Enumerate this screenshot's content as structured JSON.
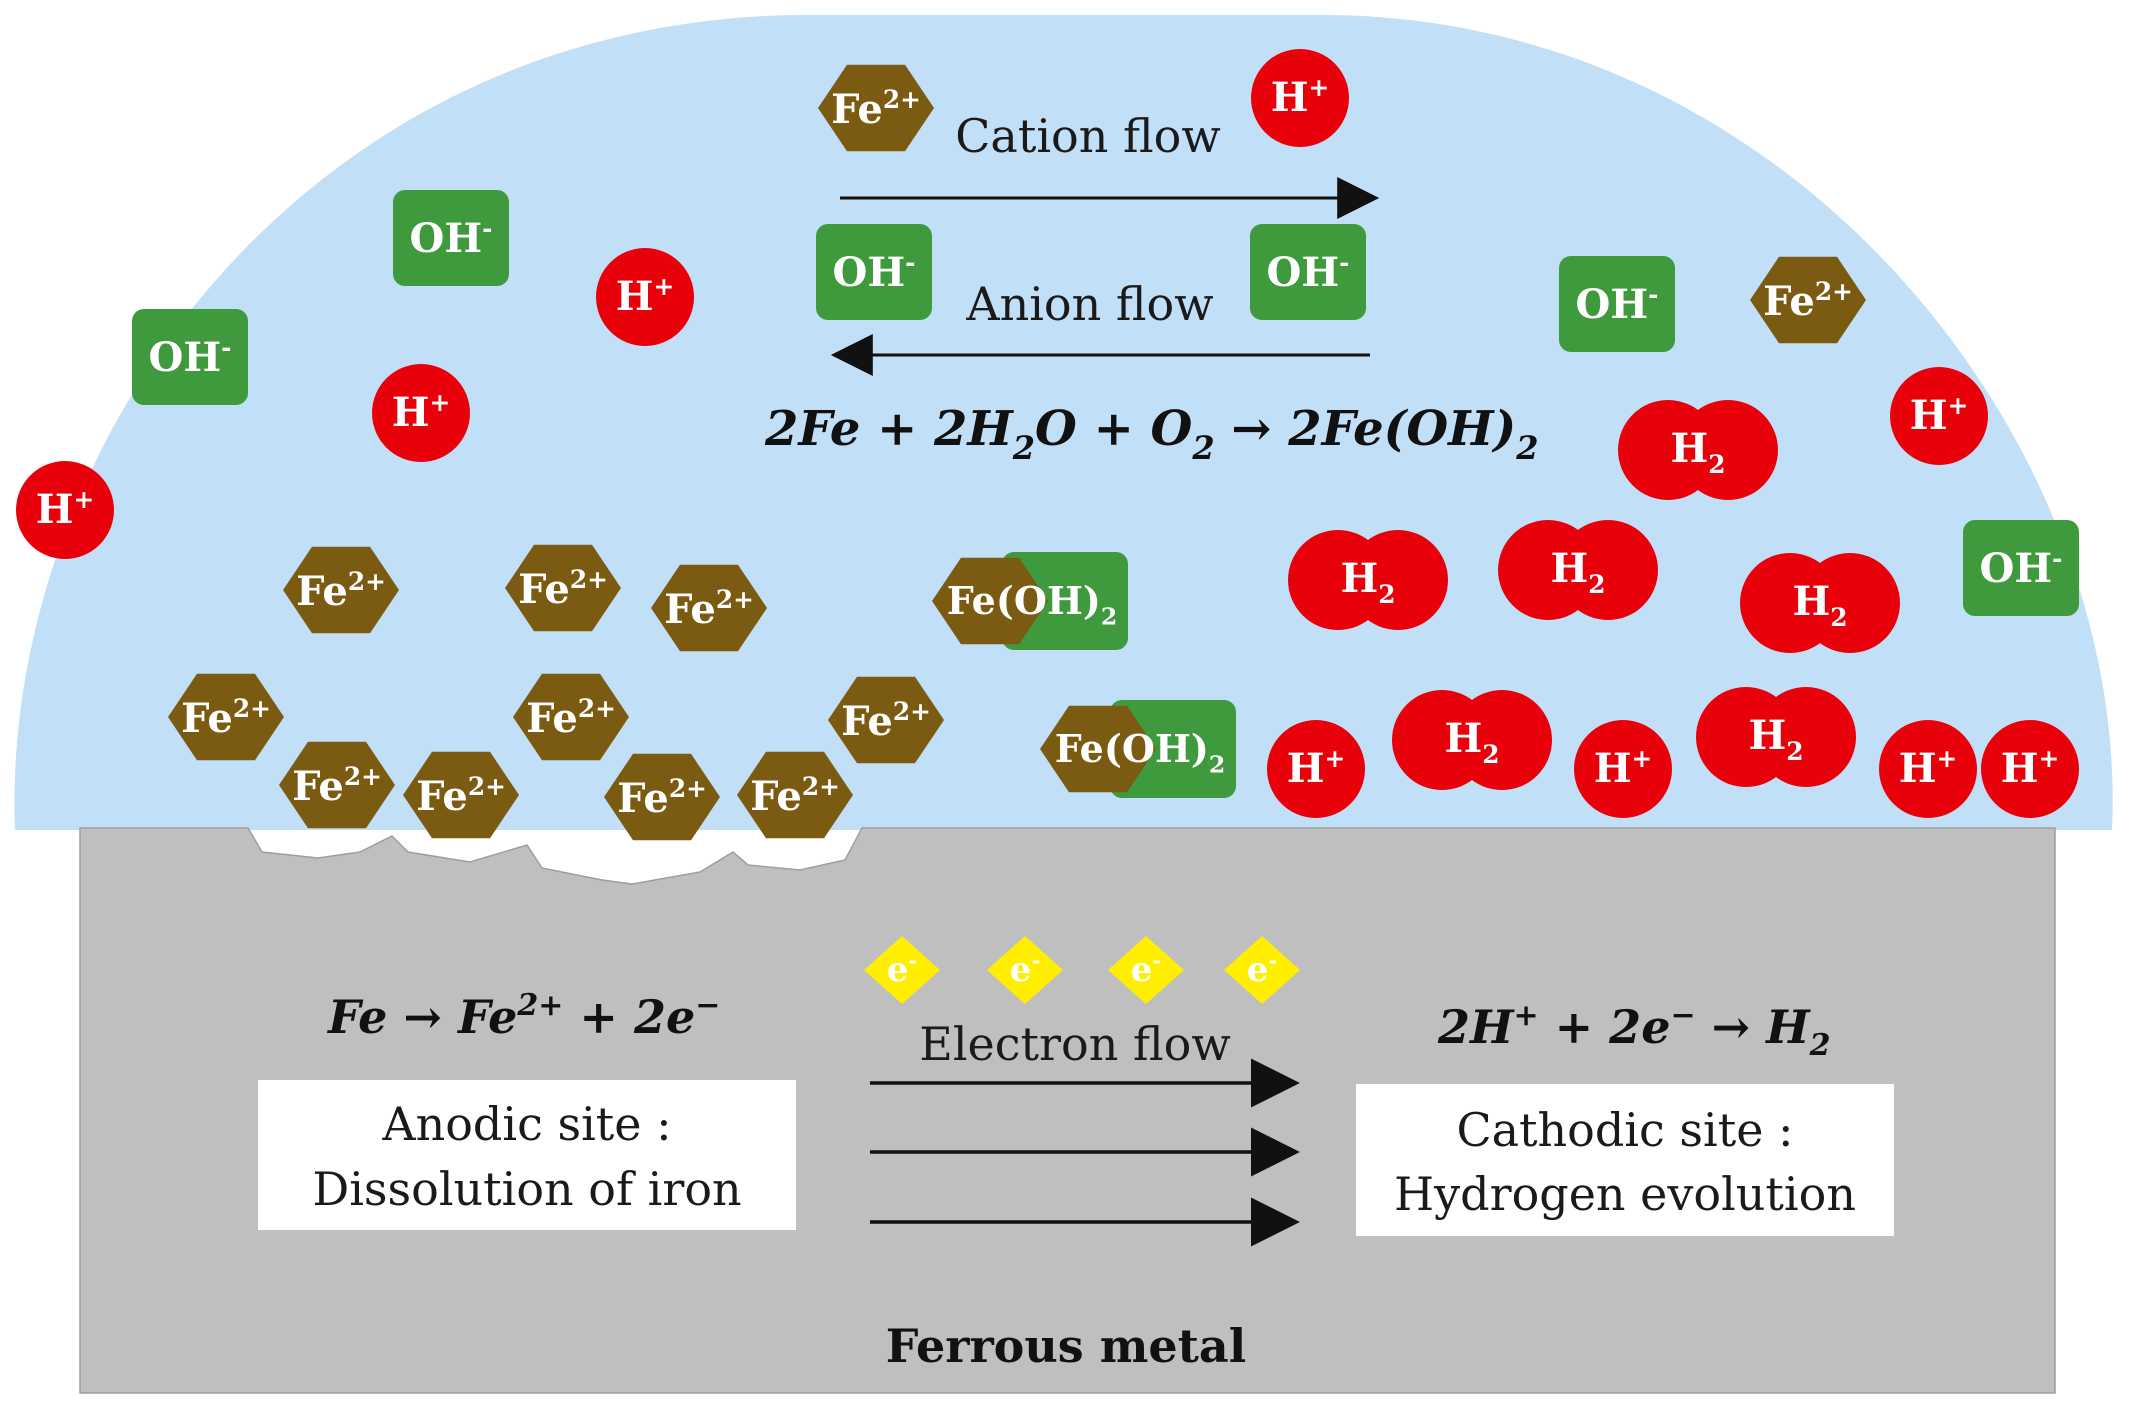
{
  "labels": {
    "cation_flow": "Cation flow",
    "anion_flow": "Anion flow",
    "electron_flow": "Electron flow",
    "ferrous_metal": "Ferrous metal",
    "anodic_line1": "Anodic site :",
    "anodic_line2": "Dissolution of iron",
    "cathodic_line1": "Cathodic site :",
    "cathodic_line2": "Hydrogen evolution"
  },
  "equations": {
    "overall": {
      "a": "2Fe + 2H",
      "b": "2",
      "c": "O + O",
      "d": "2",
      "e": " → 2Fe(OH)",
      "f": "2"
    },
    "anodic": {
      "a": "Fe → Fe",
      "b": "2+",
      "c": " + 2e",
      "d": "−"
    },
    "cathodic": {
      "a": "2H",
      "b": "+",
      "c": " + 2e",
      "d": "−",
      "e": "  → H",
      "f": "2"
    }
  },
  "species": {
    "fe2": {
      "base": "Fe",
      "sup": "2+"
    },
    "h_plus": {
      "base": "H",
      "sup": "+"
    },
    "oh_minus": {
      "base": "OH",
      "sup": "-"
    },
    "h2": {
      "base": "H",
      "sub": "2"
    },
    "feoh2": {
      "base": "Fe(OH)",
      "sub": "2"
    },
    "electron": {
      "base": "e",
      "sup": "-"
    }
  },
  "colors": {
    "electrolyte": "#c2dff8",
    "metal": "#bfbfbf",
    "fe2": "#7b5a12",
    "h_plus": "#e8000b",
    "oh_minus": "#3e9a3c",
    "electron": "#ffee00"
  }
}
